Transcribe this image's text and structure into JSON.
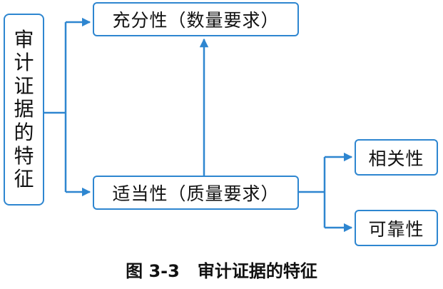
{
  "diagram": {
    "root": {
      "label": "审计证据的特征",
      "chars": [
        "审",
        "计",
        "证",
        "据",
        "的",
        "特",
        "征"
      ]
    },
    "nodes": {
      "sufficiency": {
        "label": "充分性（数量要求）"
      },
      "appropriateness": {
        "label": "适当性（质量要求）"
      },
      "relevance": {
        "label": "相关性"
      },
      "reliability": {
        "label": "可靠性"
      }
    },
    "edges": [
      {
        "from": "root",
        "to": "sufficiency"
      },
      {
        "from": "root",
        "to": "appropriateness"
      },
      {
        "from": "appropriateness",
        "to": "sufficiency"
      },
      {
        "from": "appropriateness",
        "to": "relevance"
      },
      {
        "from": "appropriateness",
        "to": "reliability"
      }
    ],
    "colors": {
      "stroke": "#2e86d0",
      "text": "#111111"
    }
  },
  "caption": "图 3-3   审计证据的特征"
}
